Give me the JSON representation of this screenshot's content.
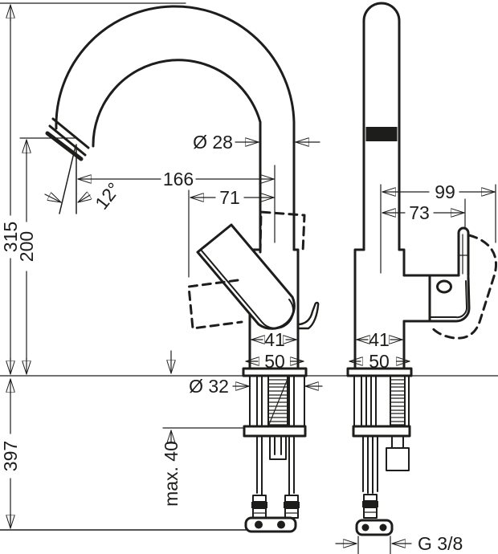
{
  "drawing": {
    "kind": "technical-dimension-drawing",
    "units": "mm",
    "colors": {
      "line": "#1d1d1b",
      "background": "#ffffff"
    },
    "front_view": {
      "dims": {
        "total_height": "315",
        "outlet_height": "200",
        "stream_angle": "12°",
        "spout_reach": "166",
        "handle_offset": "71",
        "spout_diameter": "Ø 28",
        "body_width": "41",
        "base_width": "50",
        "hole_diameter": "Ø 32",
        "hose_length": "397",
        "max_mounting_thickness": "max. 40"
      }
    },
    "side_view": {
      "dims": {
        "handle_reach_max": "99",
        "handle_reach": "73",
        "body_depth": "41",
        "base_depth": "50",
        "thread": "G 3/8"
      }
    }
  }
}
